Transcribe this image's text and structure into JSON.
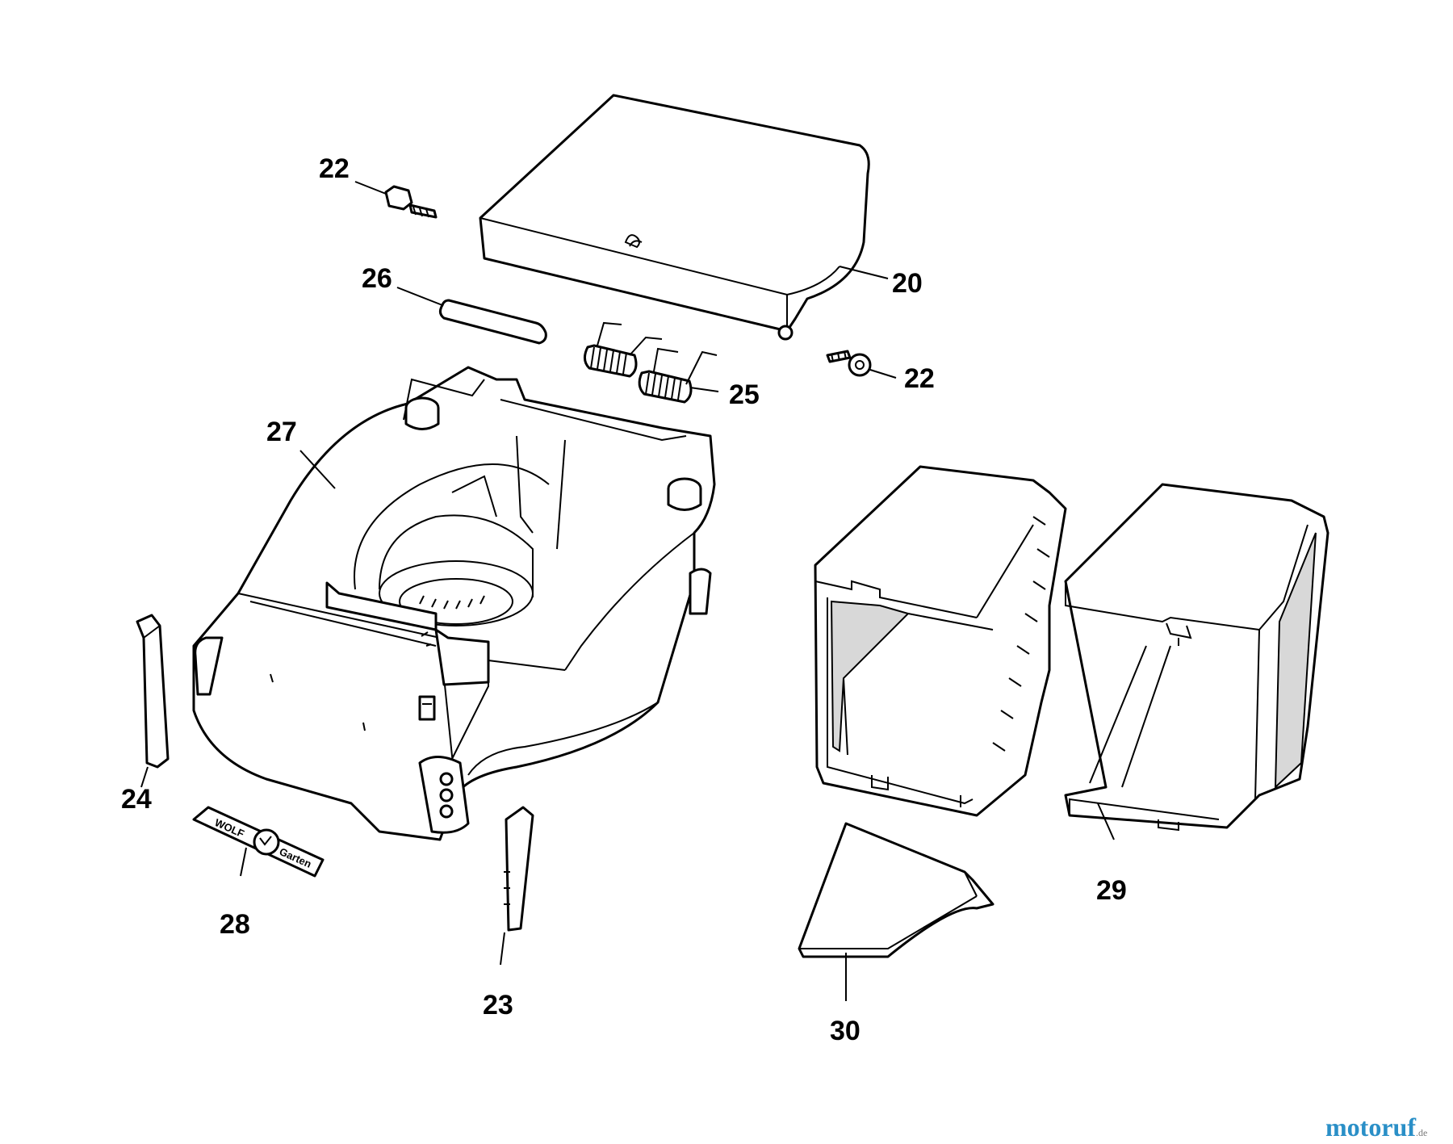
{
  "callouts": {
    "c20": "20",
    "c22a": "22",
    "c22b": "22",
    "c23": "23",
    "c24": "24",
    "c25": "25",
    "c26": "26",
    "c27": "27",
    "c28": "28",
    "c29": "29",
    "c30": "30"
  },
  "logo_text": {
    "left": "WOLF",
    "right": "Garten"
  },
  "watermark": {
    "main": "motoruf",
    "accent": "",
    "suffix": ".de"
  },
  "colors": {
    "watermark_blue": "#2a8fc7",
    "watermark_orange": "#e07a1f",
    "line": "#000000"
  }
}
